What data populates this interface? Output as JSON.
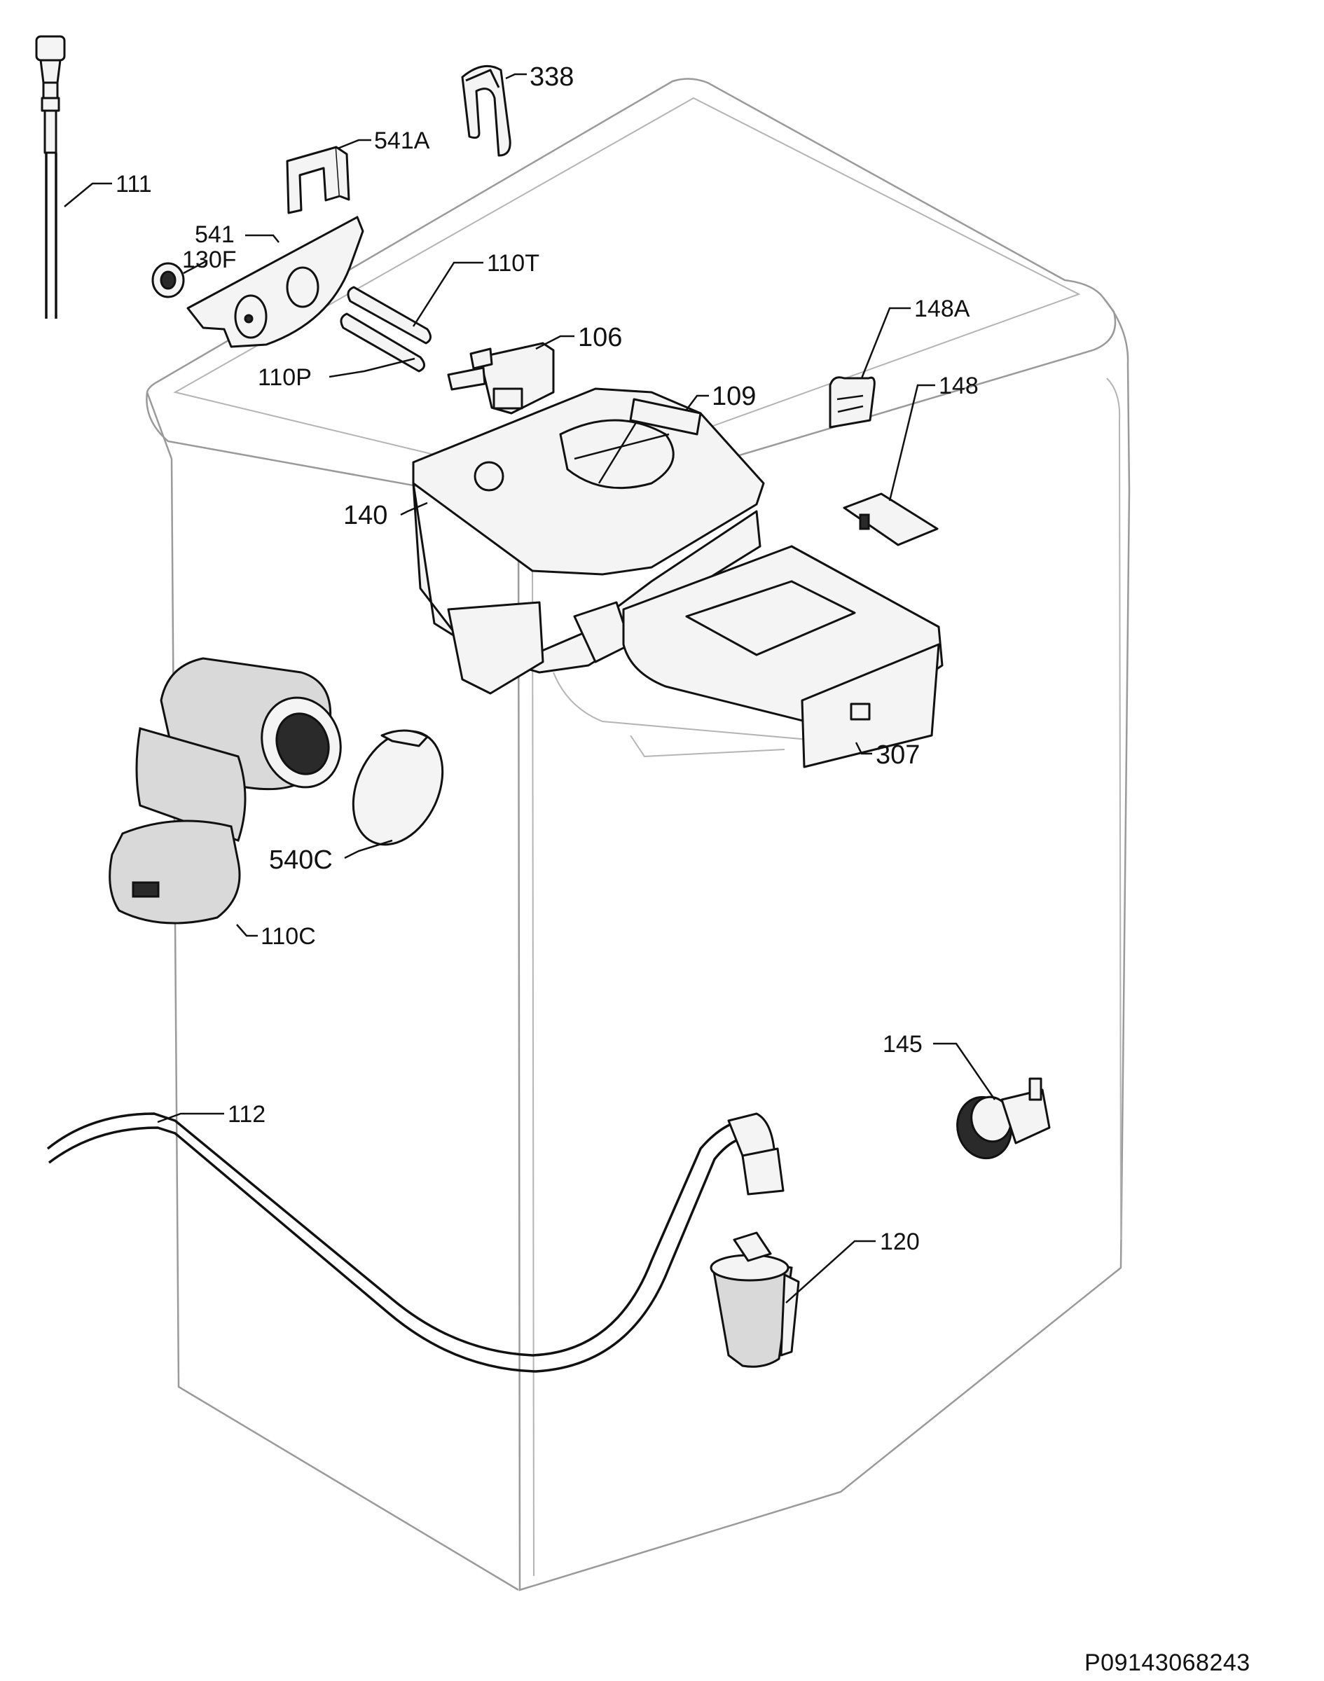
{
  "labels": {
    "p111": "111",
    "p338": "338",
    "p541a": "541A",
    "p541": "541",
    "p130f": "130F",
    "p110t": "110T",
    "p106": "106",
    "p110p": "110P",
    "p148a": "148A",
    "p109": "109",
    "p148": "148",
    "p140": "140",
    "p307": "307",
    "p540c": "540C",
    "p110c": "110C",
    "p145": "145",
    "p112": "112",
    "p120": "120"
  },
  "drawing_code": "P09143068243"
}
